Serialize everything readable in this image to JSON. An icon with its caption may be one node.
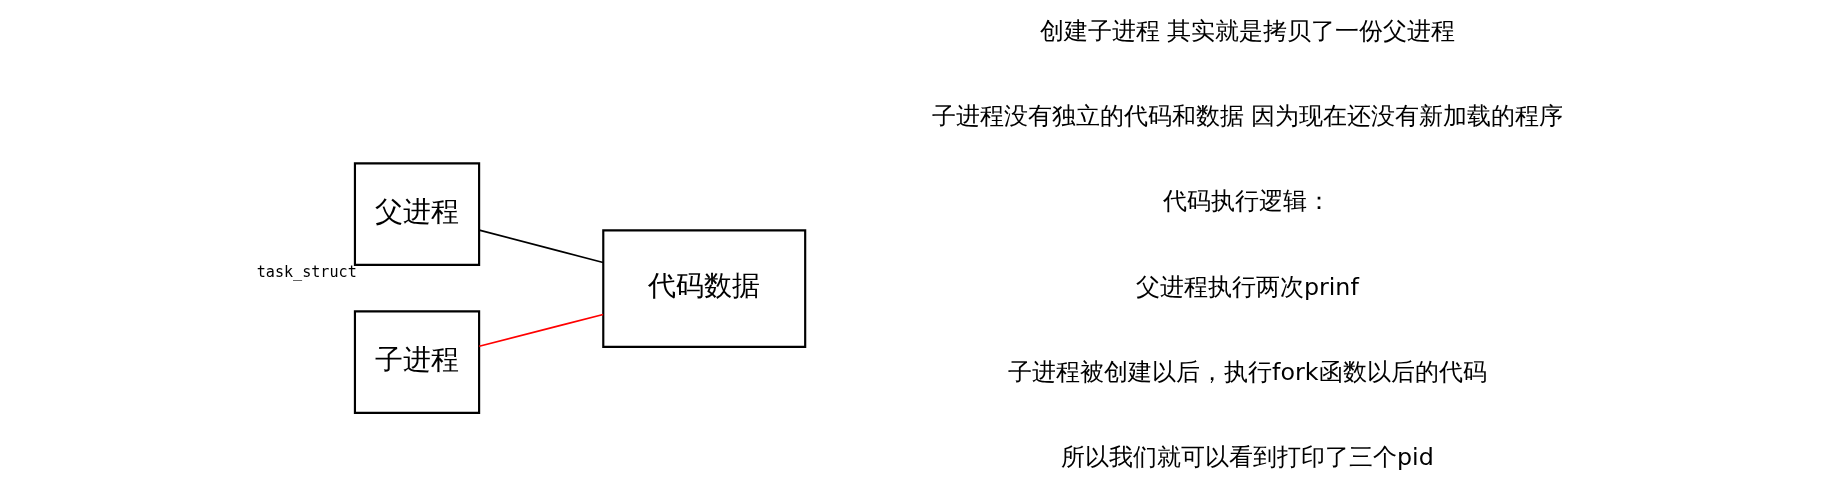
{
  "diagram": {
    "nodes": [
      {
        "text": [
          "父进程"
        ],
        "beside": [
          "task_struct"
        ]
      },
      {
        "text": [
          "代码数据"
        ]
      },
      {
        "text": [
          "子进程"
        ]
      }
    ],
    "edges": [
      {
        "from": 0,
        "to": 1,
        "arrow": "none"
      },
      {
        "from": 2,
        "to": 1,
        "arrow": "none",
        "color": "#ff0000"
      }
    ],
    "labels": [
      "创建子进程 其实就是拷贝了一份父进程",
      "子进程没有独立的代码和数据 因为现在还没有新加载的程序",
      "代码执行逻辑：",
      "父进程执行两次prinf",
      "子进程被创建以后，执行fork函数以后的代码",
      "所以我们就可以看到打印了三个pid"
    ]
  }
}
